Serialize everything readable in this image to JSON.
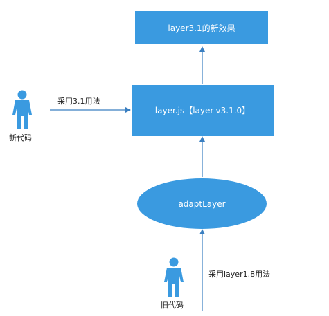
{
  "nodes": {
    "effects_box": "layer3.1的新效果",
    "layer_js_box": "layer.js【layer-v3.1.0】",
    "adapt_ellipse": "adaptLayer"
  },
  "actors": {
    "new_code": "新代码",
    "old_code": "旧代码"
  },
  "edges": {
    "new_code_to_layer": "采用3.1用法",
    "old_code_to_adapt": "采用layer1.8用法"
  },
  "colors": {
    "node_fill": "#3a9ae0",
    "actor_fill": "#3a9ae0",
    "arrow_stroke": "#3a7fc1",
    "node_text": "#ffffff"
  },
  "icons": {
    "actor": "person-icon"
  }
}
